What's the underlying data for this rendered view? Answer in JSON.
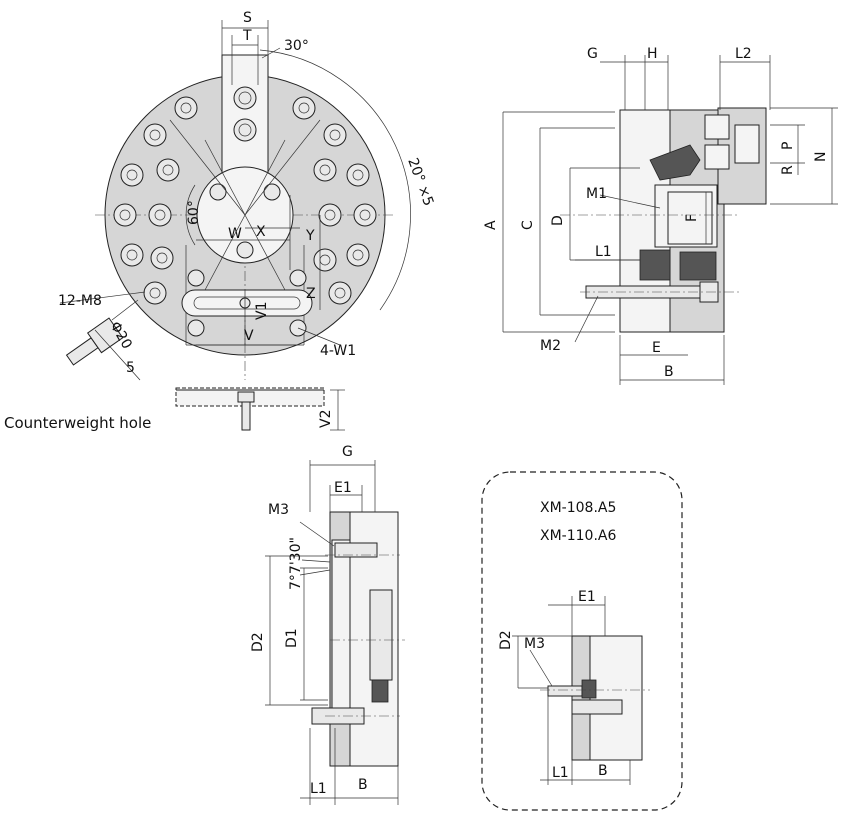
{
  "front_view": {
    "dim_S": "S",
    "dim_T": "T",
    "angle_30": "30°",
    "angle_60": "60°",
    "angle_20x5": "20° ×5",
    "dim_W": "W",
    "dim_X": "X",
    "dim_Y": "Y",
    "dim_Z": "Z",
    "dim_V1": "V1",
    "dim_V": "V",
    "label_12_M8": "12-M8",
    "label_4_W1": "4-W1",
    "phi20": "Φ20",
    "dim_5": "5",
    "dim_V2": "V2",
    "caption": "Counterweight hole"
  },
  "side_view": {
    "G": "G",
    "H": "H",
    "L2": "L2",
    "A": "A",
    "C": "C",
    "D": "D",
    "M1": "M1",
    "F": "F",
    "L1": "L1",
    "M2": "M2",
    "E": "E",
    "B": "B",
    "P": "P",
    "R": "R",
    "N": "N"
  },
  "bottom_view": {
    "G": "G",
    "E1": "E1",
    "M3": "M3",
    "angle": "7°7'30\"",
    "D2": "D2",
    "D1": "D1",
    "L1": "L1",
    "B": "B"
  },
  "inset": {
    "model_1": "XM-108.A5",
    "model_2": "XM-110.A6",
    "E1": "E1",
    "D2": "D2",
    "M3": "M3",
    "L1": "L1",
    "B": "B"
  }
}
